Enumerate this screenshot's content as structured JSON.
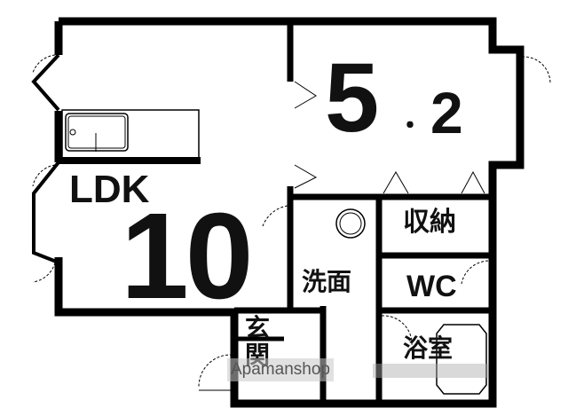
{
  "floor_plan": {
    "rooms": {
      "ldk": {
        "label": "LDK",
        "size": "10"
      },
      "western_room": {
        "size_major": "5",
        "separator": "・",
        "size_minor": "2"
      },
      "storage": {
        "label": "収納"
      },
      "washroom": {
        "label": "洗面"
      },
      "toilet": {
        "label": "WC"
      },
      "bathroom": {
        "label": "浴室"
      },
      "entrance": {
        "label": "玄関"
      }
    },
    "watermark": "Apamanshop",
    "colors": {
      "wall": "#000000",
      "background": "#ffffff",
      "watermark_bg": "#c8c8c8"
    }
  }
}
